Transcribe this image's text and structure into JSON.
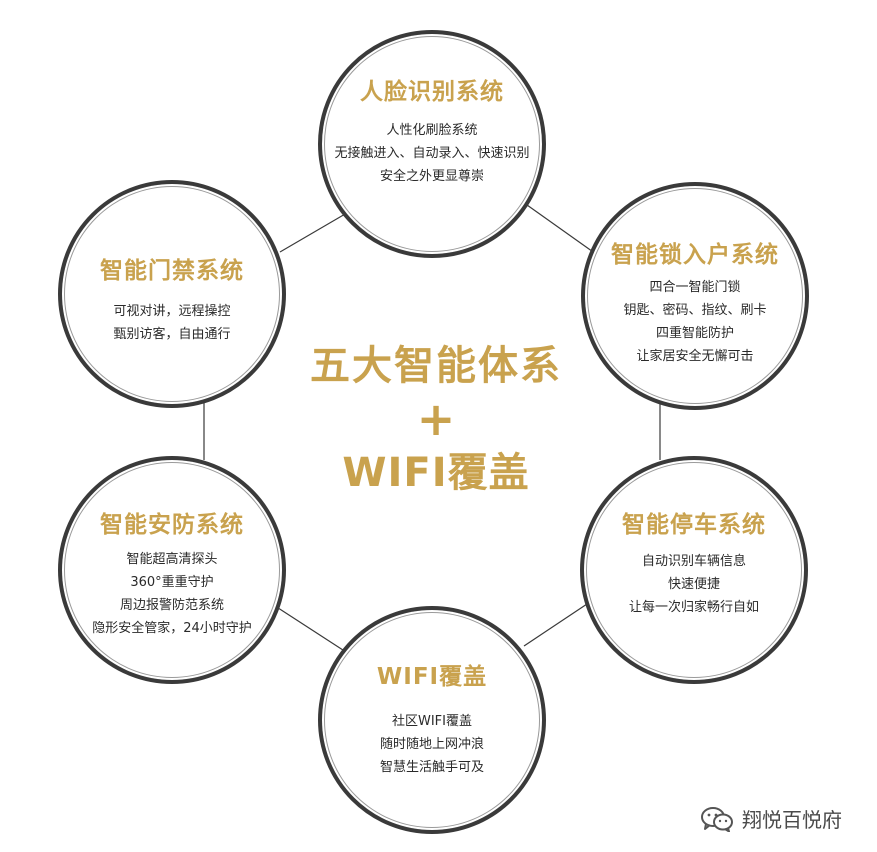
{
  "center": {
    "line1": "五大智能体系",
    "plus": "+",
    "line2": "WIFI覆盖"
  },
  "nodes": [
    {
      "id": "face",
      "title": "人脸识别系统",
      "lines": [
        "人性化刷脸系统",
        "无接触进入、自动录入、快速识别",
        "安全之外更显尊崇"
      ]
    },
    {
      "id": "lock",
      "title": "智能锁入户系统",
      "lines": [
        "四合一智能门锁",
        "钥匙、密码、指纹、刷卡",
        "四重智能防护",
        "让家居安全无懈可击"
      ]
    },
    {
      "id": "parking",
      "title": "智能停车系统",
      "lines": [
        "自动识别车辆信息",
        "快速便捷",
        "让每一次归家畅行自如"
      ]
    },
    {
      "id": "wifi",
      "title": "WIFI覆盖",
      "lines": [
        "社区WIFI覆盖",
        "随时随地上网冲浪",
        "智慧生活触手可及"
      ]
    },
    {
      "id": "security",
      "title": "智能安防系统",
      "lines": [
        "智能超高清探头",
        "360°重重守护",
        "周边报警防范系统",
        "隐形安全管家，24小时守护"
      ]
    },
    {
      "id": "access",
      "title": "智能门禁系统",
      "lines": [
        "可视对讲，远程操控",
        "甄别访客，自由通行"
      ]
    }
  ],
  "colors": {
    "gold": "#c9a24e",
    "ring": "#3a3a3a",
    "text": "#2a2a2a"
  },
  "watermark": {
    "icon": "wechat-icon",
    "text": "翔悦百悦府"
  }
}
